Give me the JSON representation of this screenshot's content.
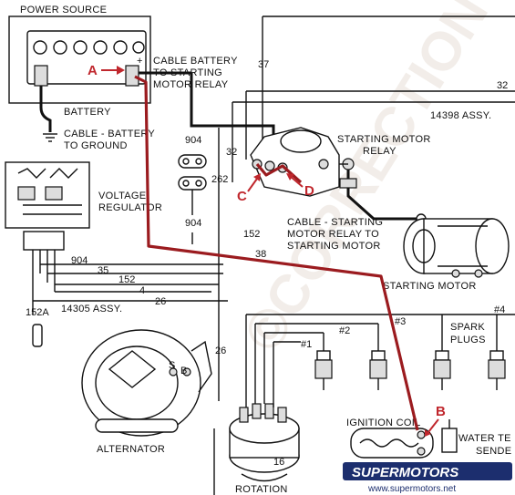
{
  "labels": {
    "power_source": "POWER SOURCE",
    "battery": "BATTERY",
    "cable_battery_relay_1": "CABLE BATTERY",
    "cable_battery_relay_2": "TO STARTING",
    "cable_battery_relay_3": "MOTOR RELAY",
    "cable_ground_1": "CABLE - BATTERY",
    "cable_ground_2": "TO GROUND",
    "voltage_regulator_1": "VOLTAGE",
    "voltage_regulator_2": "REGULATOR",
    "starting_motor_relay_1": "STARTING MOTOR",
    "starting_motor_relay_2": "RELAY",
    "cable_relay_motor_1": "CABLE - STARTING",
    "cable_relay_motor_2": "MOTOR RELAY TO",
    "cable_relay_motor_3": "STARTING MOTOR",
    "starting_motor": "STARTING MOTOR",
    "spark_plugs_1": "SPARK",
    "spark_plugs_2": "PLUGS",
    "alternator": "ALTERNATOR",
    "ignition_coil": "IGNITION COIL",
    "water_temp_1": "WATER TE",
    "water_temp_2": "SENDE",
    "rotation": "ROTATION",
    "assy_14398": "14398 ASSY.",
    "assy_14305": "14305 ASSY.",
    "battery_plus": "+"
  },
  "wire_numbers": {
    "w37": "37",
    "w32_top": "32",
    "w32": "32",
    "w904_a": "904",
    "w904_b": "904",
    "w904_c": "904",
    "w262": "262",
    "w152": "152",
    "w152_b": "152",
    "w152a": "152A",
    "w38": "38",
    "w35": "35",
    "w4": "4",
    "w26": "26",
    "w26_b": "26",
    "w16": "16"
  },
  "plugs": {
    "p1": "#1",
    "p2": "#2",
    "p3": "#3",
    "p4": "#4"
  },
  "alt_terms": {
    "s": "S",
    "b": "B"
  },
  "callouts": {
    "a": "A",
    "b": "B",
    "c": "C",
    "d": "D"
  },
  "watermark": {
    "brand": "SUPERMOTORS",
    "url": "www.supermotors.net"
  },
  "colors": {
    "highlight_path": "#9b1b1f",
    "callout": "#c0272d"
  }
}
